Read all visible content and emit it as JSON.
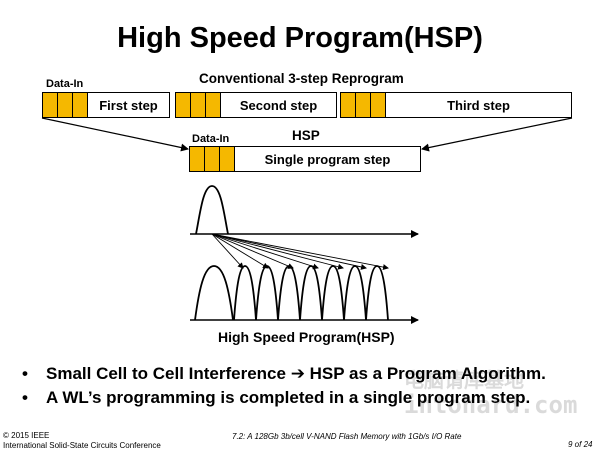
{
  "title": "High Speed Program(HSP)",
  "conventional": {
    "data_in_label": "Data-In",
    "header": "Conventional 3-step Reprogram",
    "steps": [
      "First step",
      "Second step",
      "Third step"
    ]
  },
  "hsp": {
    "header": "HSP",
    "data_in_label": "Data-In",
    "step": "Single program step"
  },
  "graph_caption": "High Speed Program(HSP)",
  "bullets": [
    "Small Cell to Cell Interference ➔ HSP as a Program Algorithm.",
    "A WL’s programming is completed in a single program step."
  ],
  "footer": {
    "copyright": "© 2015 IEEE",
    "conference": "International Solid-State Circuits Conference",
    "paper": "7.2: A 128Gb 3b/cell V-NAND Flash Memory with 1Gb/s I/O Rate",
    "page": "9 of 24"
  },
  "watermark": {
    "line1": "电脑请库基地",
    "line2": "intohard.com"
  },
  "colors": {
    "data_cell": "#f5b800"
  }
}
